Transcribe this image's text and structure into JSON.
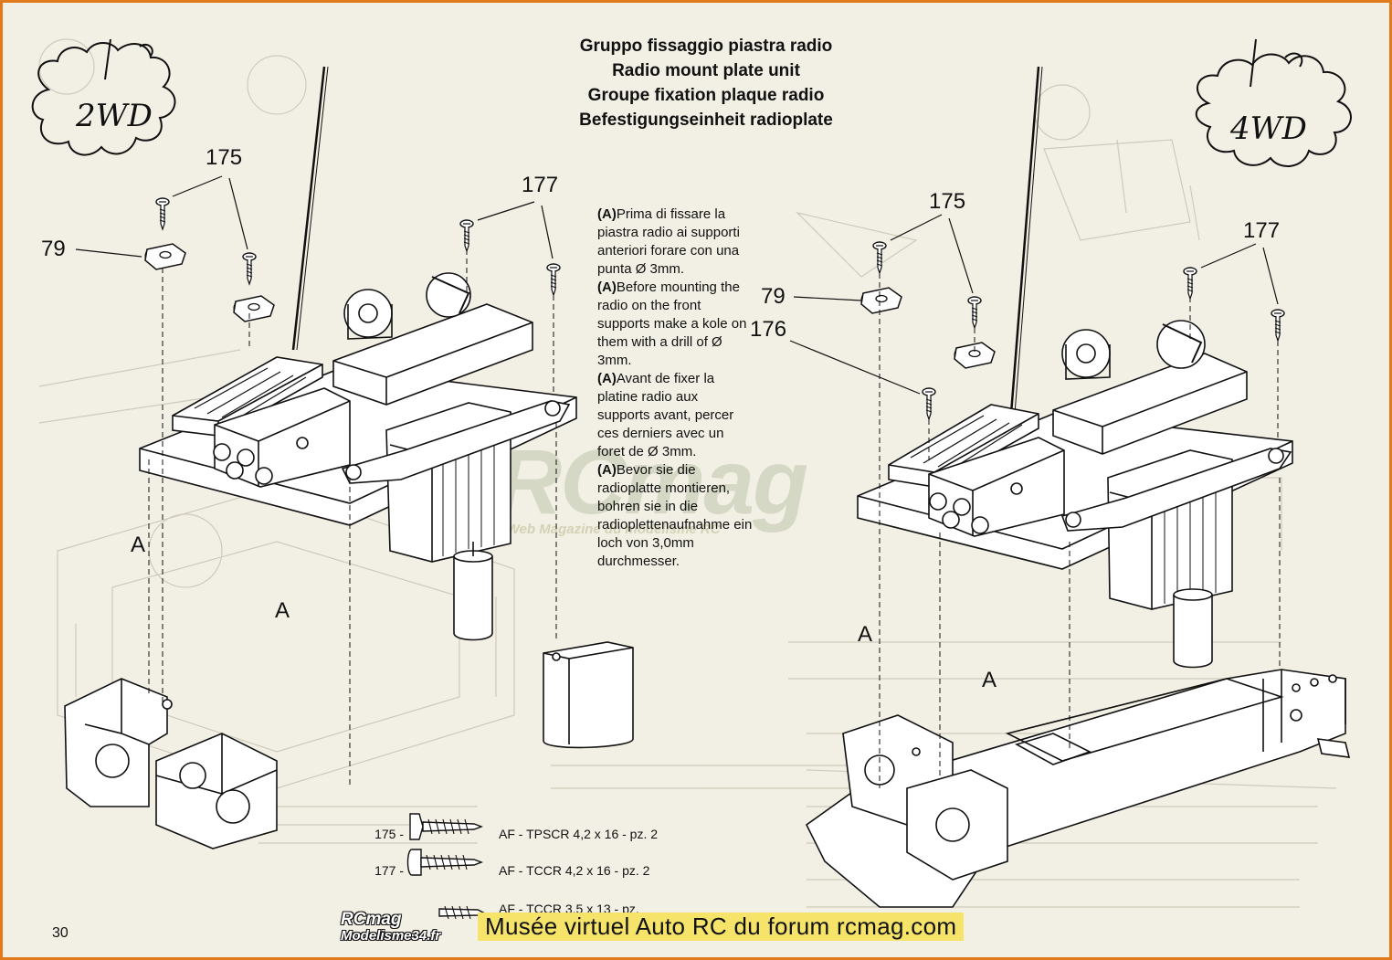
{
  "header": {
    "title_it": "Gruppo fissaggio piastra radio",
    "title_en": "Radio mount plate unit",
    "title_fr": "Groupe fixation plaque radio",
    "title_de": "Befestigungseinheit radioplate"
  },
  "badges": {
    "left": "2WD",
    "right": "4WD"
  },
  "callouts": {
    "left_175": "175",
    "left_79": "79",
    "left_177": "177",
    "left_A1": "A",
    "left_A2": "A",
    "right_175": "175",
    "right_177": "177",
    "right_79": "79",
    "right_176": "176",
    "right_A1": "A",
    "right_A2": "A"
  },
  "note": {
    "it_prefix": "(A)",
    "it": "Prima di fissare la piastra radio ai supporti anteriori forare con una punta Ø 3mm.",
    "en_prefix": "(A)",
    "en": "Before mounting the radio on the front supports make a kole on them with a drill of Ø 3mm.",
    "fr_prefix": "(A)",
    "fr": "Avant de fixer la platine radio aux supports avant, percer ces derniers avec un foret de Ø 3mm.",
    "de_prefix": "(A)",
    "de": "Bevor sie die radioplatte montieren, bohren sie in die radioplettenaufnahme ein loch von 3,0mm durchmesser."
  },
  "parts": [
    {
      "num": "175 -",
      "desc": "AF - TPSCR 4,2 x 16 - pz. 2"
    },
    {
      "num": "177 -",
      "desc": "AF - TCCR 4,2 x 16 - pz. 2"
    },
    {
      "num": "",
      "desc": "AF - TCCR 3,5 x 13 - pz."
    }
  ],
  "page_number": "30",
  "watermark": {
    "main": "RCmag",
    "sub": "Le Web Magazine du modélisme RC"
  },
  "footer": {
    "logo_top": "RCmag",
    "logo_bottom": "Modelisme34.fr",
    "text": "Musée virtuel Auto RC du forum rcmag.com"
  }
}
